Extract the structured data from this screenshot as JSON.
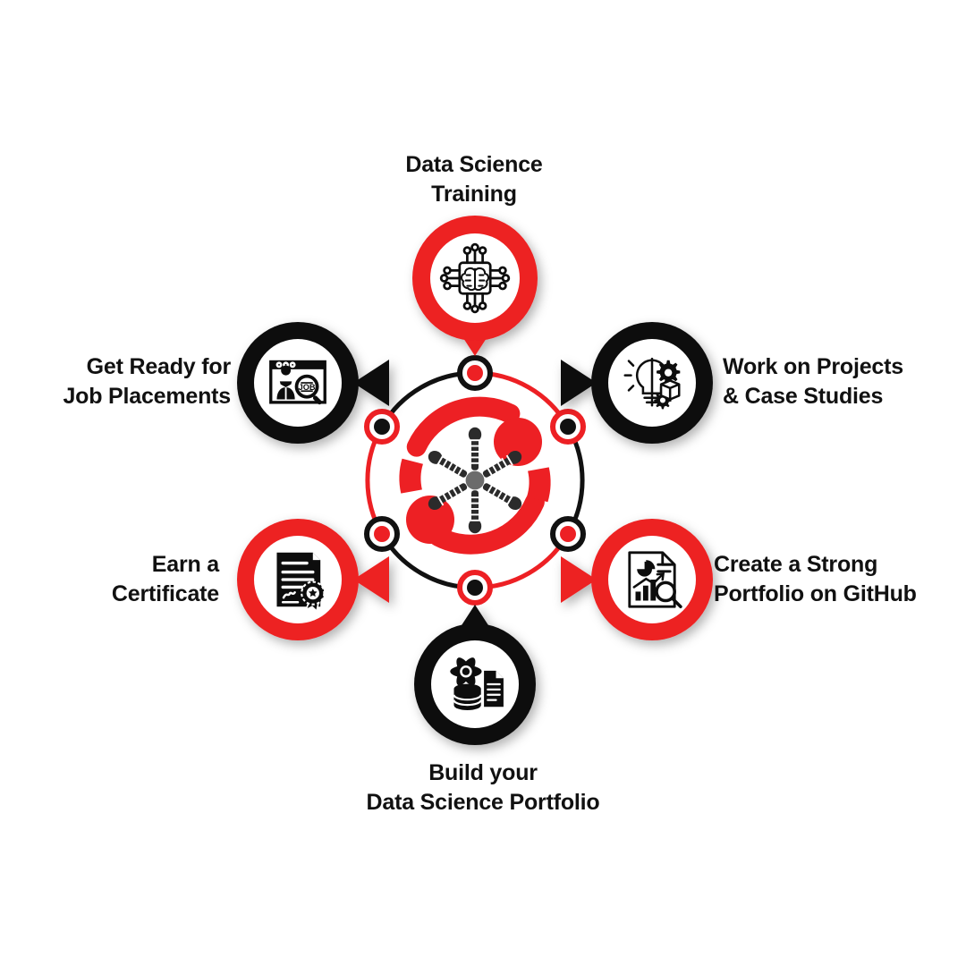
{
  "diagram": {
    "type": "radial-process-infographic",
    "title_visible": false,
    "background": "#ffffff",
    "colors": {
      "red": "#ED2024",
      "red_dark": "#E02026",
      "black": "#111111",
      "white": "#FFFFFF",
      "text": "#111111"
    },
    "center": {
      "name": "central-hub-emblem",
      "ring_dot_count": 6,
      "emblem_icon": "data-hub-radial-icon"
    },
    "nodes": [
      {
        "id": "data-science-training",
        "label_lines": [
          "Data Science",
          "Training"
        ],
        "position": "top",
        "pin_color": "#ED2024",
        "icon": "ai-brain-chip-icon",
        "connector_dot": "black-ring-red-center"
      },
      {
        "id": "work-on-projects",
        "label_lines": [
          "Work on Projects",
          "& Case Studies"
        ],
        "position": "right-top",
        "pin_color": "#111111",
        "icon": "lightbulb-gears-icon",
        "connector_dot": "red-ring-black-center"
      },
      {
        "id": "create-portfolio-github",
        "label_lines": [
          "Create a Strong",
          "Portfolio on GitHub"
        ],
        "position": "right-bottom",
        "pin_color": "#ED2024",
        "icon": "report-chart-magnifier-icon",
        "connector_dot": "black-ring-red-center"
      },
      {
        "id": "build-data-science-portfolio",
        "label_lines": [
          "Build your",
          "Data Science Portfolio"
        ],
        "position": "bottom",
        "pin_color": "#111111",
        "icon": "atom-database-document-icon",
        "connector_dot": "red-ring-black-center"
      },
      {
        "id": "earn-a-certificate",
        "label_lines": [
          "Earn a",
          "Certificate"
        ],
        "position": "left-bottom",
        "pin_color": "#ED2024",
        "icon": "certificate-award-icon",
        "connector_dot": "black-ring-red-center"
      },
      {
        "id": "get-ready-job-placements",
        "label_lines": [
          "Get Ready for",
          "Job Placements"
        ],
        "position": "left-top",
        "pin_color": "#111111",
        "icon": "job-search-browser-icon",
        "connector_dot": "red-ring-black-center"
      }
    ]
  }
}
